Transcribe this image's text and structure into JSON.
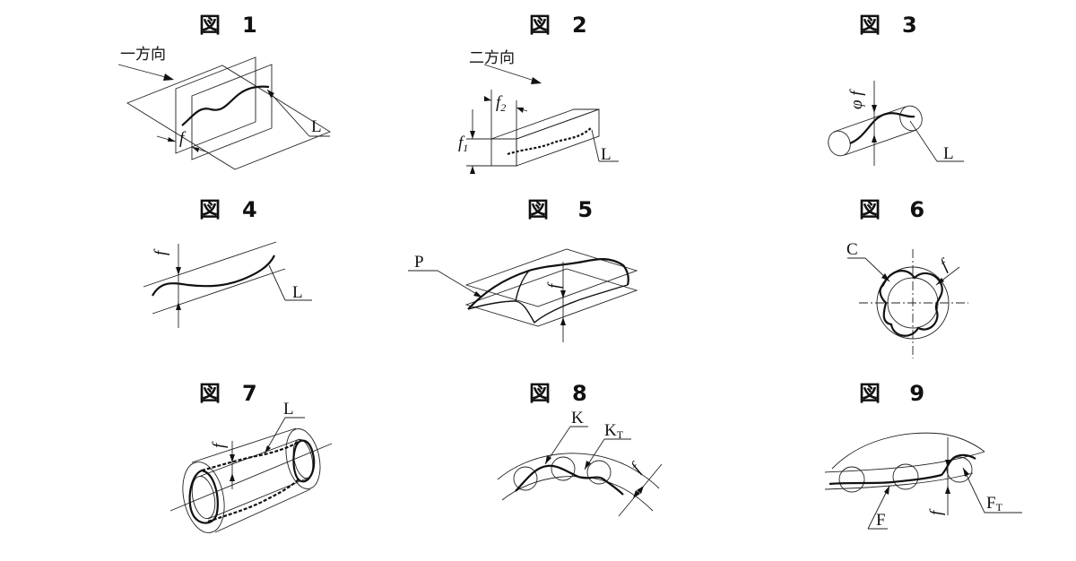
{
  "figures": [
    {
      "id": 1,
      "title": "図　1",
      "labels": {
        "direction": "一方向",
        "f": "f",
        "L": "L"
      }
    },
    {
      "id": 2,
      "title": "図　2",
      "labels": {
        "direction": "二方向",
        "f1": "f",
        "f1_sub": "1",
        "f2": "f",
        "f2_sub": "2",
        "L": "L"
      }
    },
    {
      "id": 3,
      "title": "図　3",
      "labels": {
        "phi_f": "φ f",
        "L": "L"
      }
    },
    {
      "id": 4,
      "title": "図　4",
      "labels": {
        "f": "f",
        "L": "L"
      }
    },
    {
      "id": 5,
      "title": "図　 5",
      "labels": {
        "P": "P",
        "f": "f"
      }
    },
    {
      "id": 6,
      "title": "図　 6",
      "labels": {
        "C": "C",
        "f": "f"
      }
    },
    {
      "id": 7,
      "title": "図　7",
      "labels": {
        "f": "f",
        "L": "L"
      }
    },
    {
      "id": 8,
      "title": "図　8",
      "labels": {
        "K": "K",
        "KT": "K",
        "KT_sub": "T",
        "f": "f"
      }
    },
    {
      "id": 9,
      "title": "図　 9",
      "labels": {
        "F": "F",
        "FT": "F",
        "FT_sub": "T",
        "f": "f"
      }
    }
  ]
}
